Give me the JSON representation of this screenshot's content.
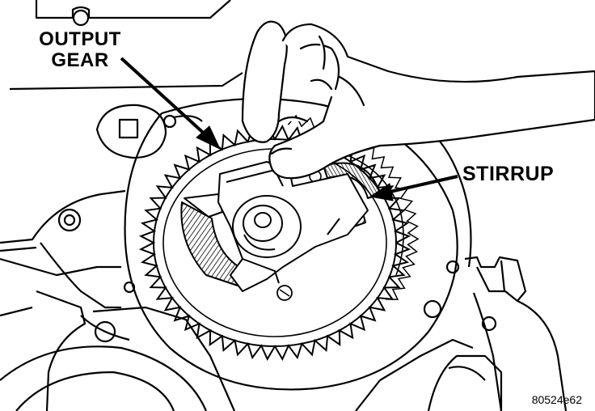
{
  "labels": {
    "output_gear_line1": "OUTPUT",
    "output_gear_line2": "GEAR",
    "stirrup": "STIRRUP"
  },
  "figure_code": "80524e62",
  "colors": {
    "ink": "#000000",
    "paper": "#ffffff",
    "hatch": "#000000"
  }
}
